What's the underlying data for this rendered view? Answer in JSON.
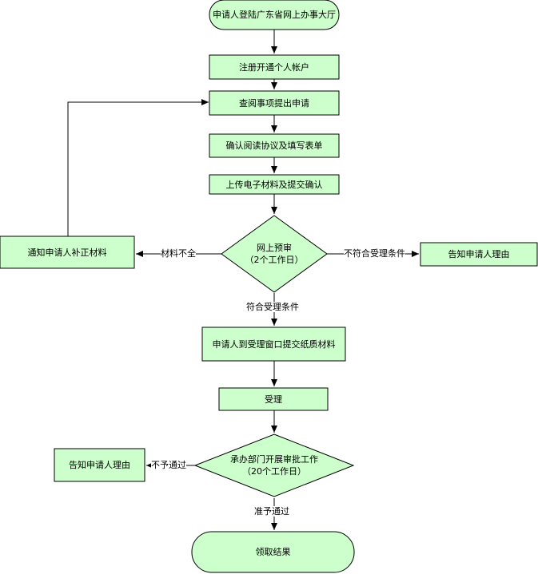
{
  "flowchart": {
    "nodes": {
      "start": "申请人登陆广东省网上办事大厅",
      "register": "注册开通个人帐户",
      "browse": "查阅事项提出申请",
      "confirm_agreement": "确认阅读协议及填写表单",
      "upload": "上传电子材料及提交确认",
      "precheck": "网上预审\n（2个工作日）",
      "notify_supplement": "通知申请人补正材料",
      "notify_reason_1": "告知申请人理由",
      "submit_paper": "申请人到受理窗口提交纸质材料",
      "accept": "受理",
      "approval": "承办部门开展审批工作\n（20个工作日）",
      "notify_reason_2": "告知申请人理由",
      "collect": "领取结果"
    },
    "edge_labels": {
      "incomplete": "材料不全",
      "not_eligible": "不符合受理条件",
      "eligible": "符合受理条件",
      "rejected": "不予通过",
      "approved": "准予通过"
    },
    "colors": {
      "fill": "#ccffcc",
      "stroke": "#000000"
    }
  }
}
